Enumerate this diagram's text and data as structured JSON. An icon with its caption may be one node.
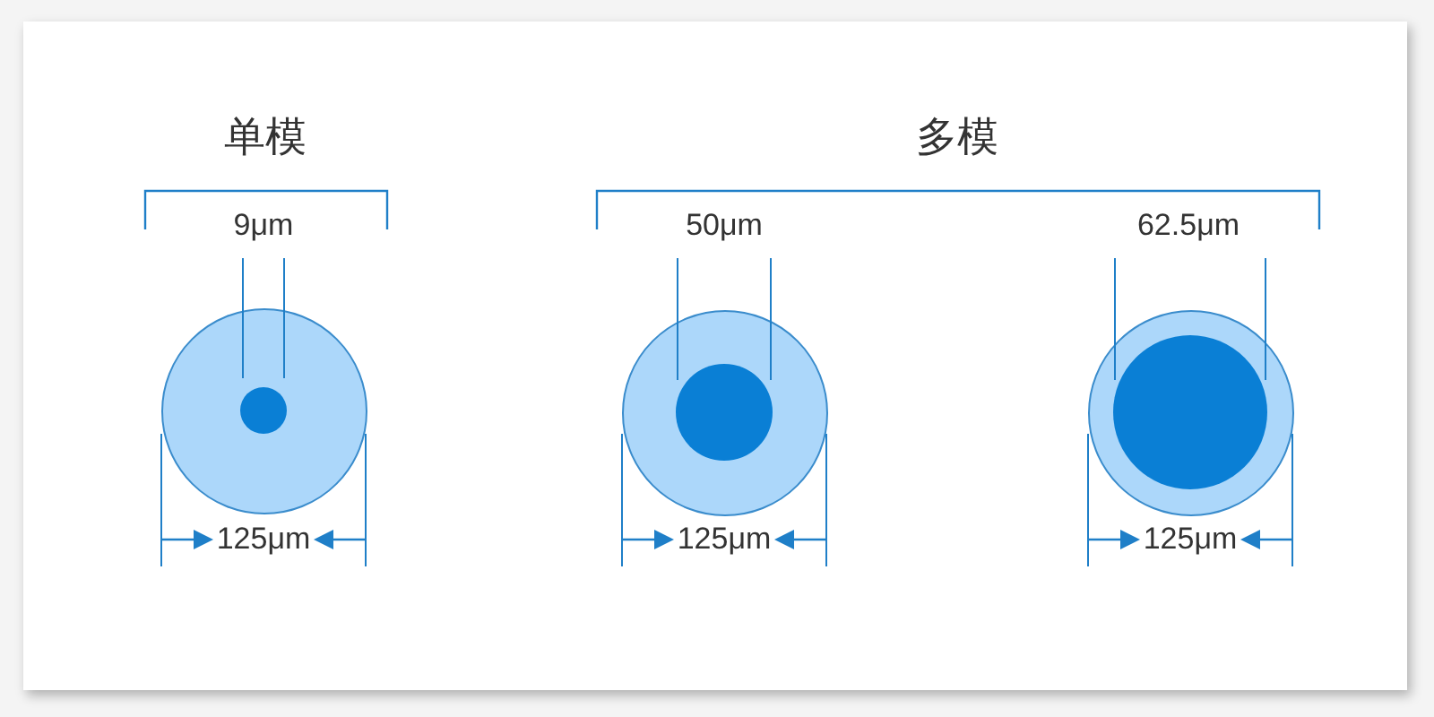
{
  "diagram": {
    "nodes": [
      {
        "text": [],
        "shape": "circle"
      },
      {
        "text": [],
        "shape": "circle",
        "in": 0
      },
      {
        "text": [],
        "shape": "circle"
      },
      {
        "text": [],
        "shape": "circle",
        "in": 2
      },
      {
        "text": [],
        "shape": "circle"
      },
      {
        "text": [],
        "shape": "circle",
        "in": 4
      }
    ],
    "labels": [
      "单模",
      "多模",
      "9μm",
      "50μm",
      "62.5μm",
      "125μm",
      "125μm",
      "125μm"
    ]
  }
}
